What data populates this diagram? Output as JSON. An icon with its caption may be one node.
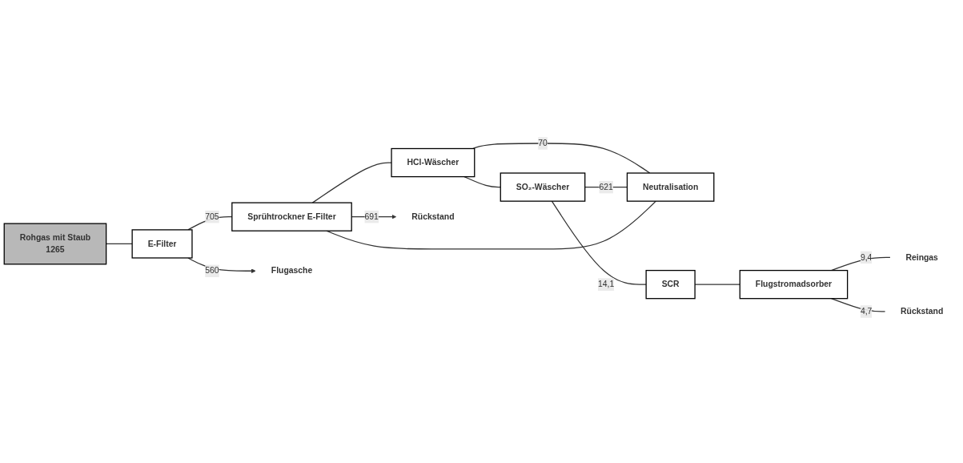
{
  "diagram": {
    "nodes": [
      {
        "text": [
          "Rohgas mit Staub",
          "1265"
        ]
      },
      {
        "text": [
          "E-Filter"
        ]
      },
      {
        "text": [
          "Sprühtrockner E-Filter"
        ]
      },
      {
        "text": [
          "HCl-Wäscher"
        ]
      },
      {
        "text": [
          "SO₂-Wäscher"
        ]
      },
      {
        "text": [
          "Neutralisation"
        ]
      },
      {
        "text": [
          "SCR"
        ]
      },
      {
        "text": [
          "Flugstromadsorber"
        ]
      },
      {
        "text": [
          "Reingas"
        ]
      },
      {
        "text": [
          "Flugasche"
        ]
      },
      {
        "text": [
          "Rückstand"
        ]
      },
      {
        "text": [
          "Rückstand"
        ]
      }
    ],
    "edges": [
      {
        "from": 0,
        "to": 1,
        "arrow": "none"
      },
      {
        "from": 1,
        "to": 2,
        "arrow": "none",
        "label": "705"
      },
      {
        "from": 1,
        "to": 9,
        "arrow": "to",
        "label": "560"
      },
      {
        "from": 2,
        "to": 3,
        "arrow": "none"
      },
      {
        "from": 2,
        "to": 10,
        "arrow": "to",
        "label": "691"
      },
      {
        "from": 3,
        "to": 4,
        "arrow": "none"
      },
      {
        "from": 3,
        "to": 5,
        "arrow": "none",
        "label": "70"
      },
      {
        "from": 4,
        "to": 5,
        "arrow": "none",
        "label": "621"
      },
      {
        "from": 5,
        "to": 2,
        "arrow": "none"
      },
      {
        "from": 4,
        "to": 6,
        "arrow": "none",
        "label": "14,1"
      },
      {
        "from": 6,
        "to": 7,
        "arrow": "none"
      },
      {
        "from": 7,
        "to": 8,
        "arrow": "none",
        "label": "9,4"
      },
      {
        "from": 7,
        "to": 11,
        "arrow": "none",
        "label": "4,7"
      }
    ]
  }
}
